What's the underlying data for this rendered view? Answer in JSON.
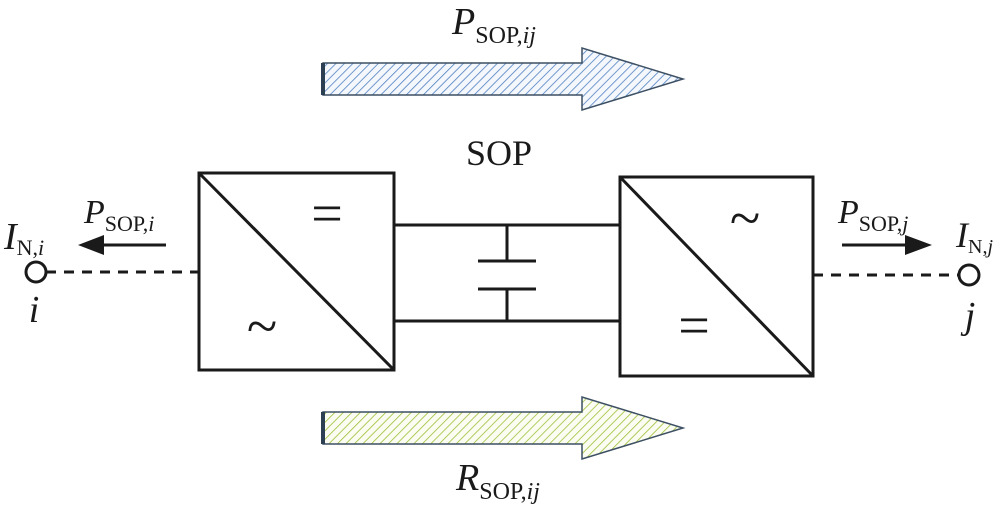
{
  "center_label": "SOP",
  "top_flow": {
    "main": "P",
    "sub1": "SOP,",
    "sub2": "ij"
  },
  "bottom_flow": {
    "main": "R",
    "sub1": "SOP,",
    "sub2": "ij"
  },
  "left_flow": {
    "main": "P",
    "sub1": "SOP,",
    "sub2": "i"
  },
  "right_flow": {
    "main": "P",
    "sub1": "SOP,",
    "sub2": "j"
  },
  "left_current": {
    "main": "I",
    "sub1": "N,",
    "sub2": "i"
  },
  "right_current": {
    "main": "I",
    "sub1": "N,",
    "sub2": "j"
  },
  "left_node": "i",
  "right_node": "j",
  "left_converter": {
    "top_symbol": "=",
    "bottom_symbol": "~"
  },
  "right_converter": {
    "top_symbol": "~",
    "bottom_symbol": "="
  },
  "colors": {
    "top_arrow_hatch": "#4f7fc0",
    "bottom_arrow_hatch": "#9fbf3a",
    "arrow_outline": "#3c4f63",
    "line": "#1a1a1a"
  }
}
